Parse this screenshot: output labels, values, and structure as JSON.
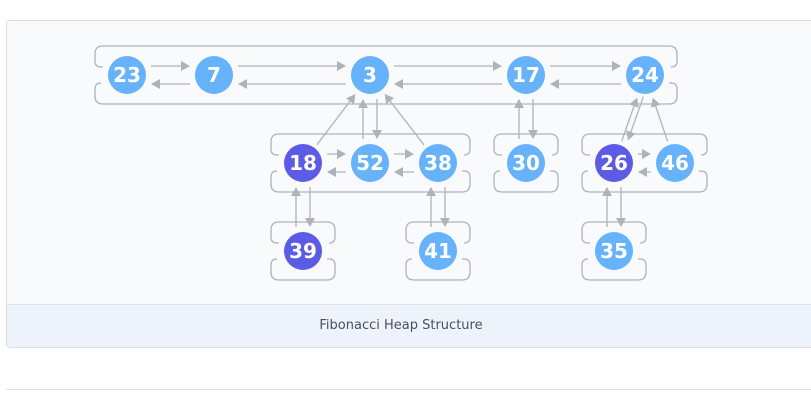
{
  "caption": "Fibonacci Heap Structure",
  "colors": {
    "node_normal": "#66b2fb",
    "node_marked": "#5b5be6",
    "line": "#aeb2b9",
    "caption_bg": "#eef3fb"
  },
  "nodes": [
    {
      "id": "n23",
      "label": "23",
      "marked": false
    },
    {
      "id": "n7",
      "label": "7",
      "marked": false
    },
    {
      "id": "n3",
      "label": "3",
      "marked": false
    },
    {
      "id": "n17",
      "label": "17",
      "marked": false
    },
    {
      "id": "n24",
      "label": "24",
      "marked": false
    },
    {
      "id": "n18",
      "label": "18",
      "marked": true
    },
    {
      "id": "n52",
      "label": "52",
      "marked": false
    },
    {
      "id": "n38",
      "label": "38",
      "marked": false
    },
    {
      "id": "n30",
      "label": "30",
      "marked": false
    },
    {
      "id": "n26",
      "label": "26",
      "marked": true
    },
    {
      "id": "n46",
      "label": "46",
      "marked": false
    },
    {
      "id": "n39",
      "label": "39",
      "marked": true
    },
    {
      "id": "n41",
      "label": "41",
      "marked": false
    },
    {
      "id": "n35",
      "label": "35",
      "marked": false
    }
  ],
  "sibling_lists": [
    [
      "n23",
      "n7",
      "n3",
      "n17",
      "n24"
    ],
    [
      "n18",
      "n52",
      "n38"
    ],
    [
      "n30"
    ],
    [
      "n26",
      "n46"
    ],
    [
      "n39"
    ],
    [
      "n41"
    ],
    [
      "n35"
    ]
  ],
  "parent_links": [
    {
      "parent": "n3",
      "child": "n18"
    },
    {
      "parent": "n3",
      "child": "n52"
    },
    {
      "parent": "n3",
      "child": "n38"
    },
    {
      "parent": "n17",
      "child": "n30"
    },
    {
      "parent": "n24",
      "child": "n26"
    },
    {
      "parent": "n24",
      "child": "n46"
    },
    {
      "parent": "n18",
      "child": "n39"
    },
    {
      "parent": "n38",
      "child": "n41"
    },
    {
      "parent": "n26",
      "child": "n35"
    }
  ]
}
